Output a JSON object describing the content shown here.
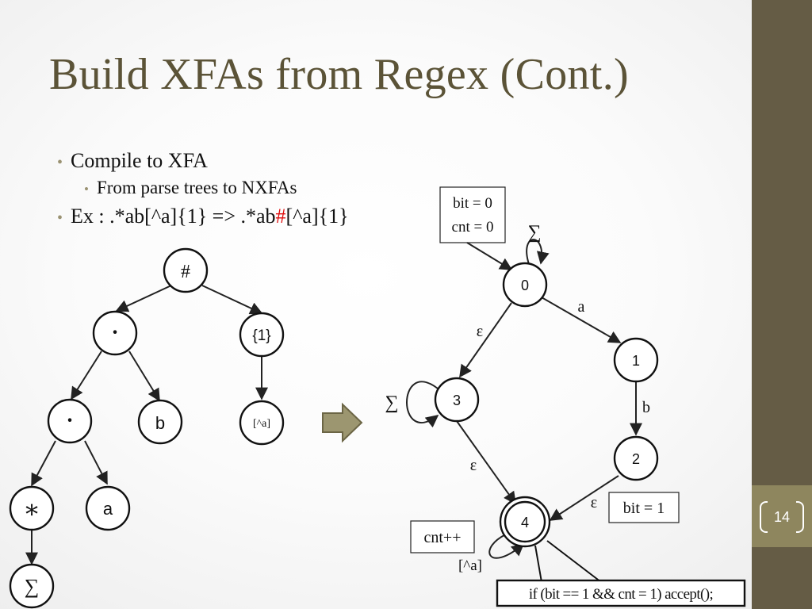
{
  "slide": {
    "title": "Build XFAs from Regex (Cont.)",
    "page_number": "14",
    "bullets": [
      {
        "level": 1,
        "text": "Compile to XFA"
      },
      {
        "level": 2,
        "text": "From parse trees to NXFAs"
      },
      {
        "level": 1,
        "text_before": "Ex : .*ab[^a]{1} => .*ab",
        "highlight": "#",
        "text_after": "[^a]{1}",
        "highlight_color": "#e01010"
      }
    ]
  },
  "parse_tree": {
    "nodes": [
      {
        "id": "root",
        "label": "#"
      },
      {
        "id": "concat1",
        "label": "·"
      },
      {
        "id": "repeat",
        "label": "{1}"
      },
      {
        "id": "concat2",
        "label": "·"
      },
      {
        "id": "b",
        "label": "b"
      },
      {
        "id": "class",
        "label": "[^a]"
      },
      {
        "id": "star",
        "label": "∗"
      },
      {
        "id": "a",
        "label": "a"
      },
      {
        "id": "sigma",
        "label": "∑"
      }
    ]
  },
  "nxfa": {
    "states": [
      {
        "id": "0",
        "label": "0"
      },
      {
        "id": "1",
        "label": "1"
      },
      {
        "id": "2",
        "label": "2"
      },
      {
        "id": "3",
        "label": "3"
      },
      {
        "id": "4",
        "label": "4",
        "accepting": true
      }
    ],
    "transition_labels": {
      "self_0": "∑",
      "e_0_1": "a",
      "e_0_3": "ε",
      "e_1_2": "b",
      "self_3": "∑",
      "e_3_4": "ε",
      "e_2_4": "ε",
      "self_4": "[^a]"
    },
    "init_box": {
      "line1": "bit = 0",
      "line2": "cnt = 0"
    },
    "action_bit": "bit = 1",
    "action_cnt": "cnt++",
    "accept_condition": "if (bit == 1 && cnt = 1) accept();"
  }
}
